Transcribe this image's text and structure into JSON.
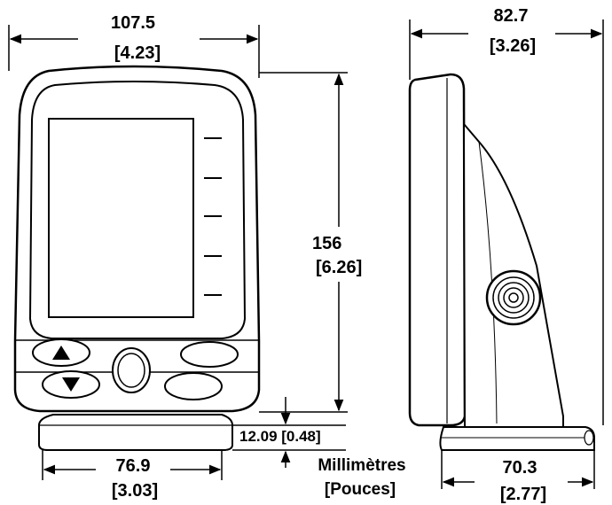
{
  "dimensions": {
    "front_width": {
      "mm": "107.5",
      "in": "[4.23]"
    },
    "side_depth": {
      "mm": "82.7",
      "in": "[3.26]"
    },
    "height": {
      "mm": "156",
      "in": "[6.26]"
    },
    "base_height": {
      "label": "12.09 [0.48]"
    },
    "front_base_width": {
      "mm": "76.9",
      "in": "[3.03]"
    },
    "side_base_depth": {
      "mm": "70.3",
      "in": "[2.77]"
    }
  },
  "units_legend": {
    "line1": "Millimètres",
    "line2": "[Pouces]"
  },
  "icons": {
    "up": "up-arrow-icon",
    "down": "down-arrow-icon"
  }
}
